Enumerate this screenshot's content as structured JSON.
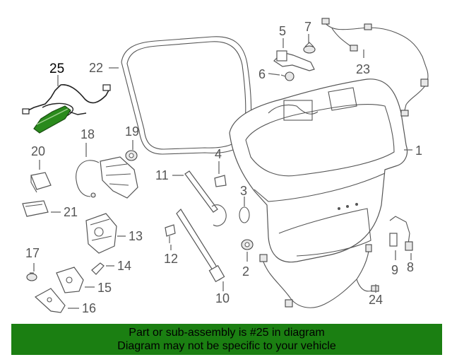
{
  "diagram": {
    "callouts": [
      {
        "id": "1",
        "text": "1"
      },
      {
        "id": "2",
        "text": "2"
      },
      {
        "id": "3",
        "text": "3"
      },
      {
        "id": "4",
        "text": "4"
      },
      {
        "id": "5",
        "text": "5"
      },
      {
        "id": "6",
        "text": "6"
      },
      {
        "id": "7",
        "text": "7"
      },
      {
        "id": "8",
        "text": "8"
      },
      {
        "id": "9",
        "text": "9"
      },
      {
        "id": "10",
        "text": "10"
      },
      {
        "id": "11",
        "text": "11"
      },
      {
        "id": "12",
        "text": "12"
      },
      {
        "id": "13",
        "text": "13"
      },
      {
        "id": "14",
        "text": "14"
      },
      {
        "id": "15",
        "text": "15"
      },
      {
        "id": "16",
        "text": "16"
      },
      {
        "id": "17",
        "text": "17"
      },
      {
        "id": "18",
        "text": "18"
      },
      {
        "id": "19",
        "text": "19"
      },
      {
        "id": "20",
        "text": "20"
      },
      {
        "id": "21",
        "text": "21"
      },
      {
        "id": "22",
        "text": "22"
      },
      {
        "id": "23",
        "text": "23"
      },
      {
        "id": "24",
        "text": "24"
      },
      {
        "id": "25",
        "text": "25"
      }
    ],
    "highlight_id": "25",
    "highlight_color": "#2a8a1c"
  },
  "banner": {
    "line1": "Part or sub-assembly is #25 in diagram",
    "line2": "Diagram may not be specific to your vehicle",
    "background": "#1b7f12"
  }
}
